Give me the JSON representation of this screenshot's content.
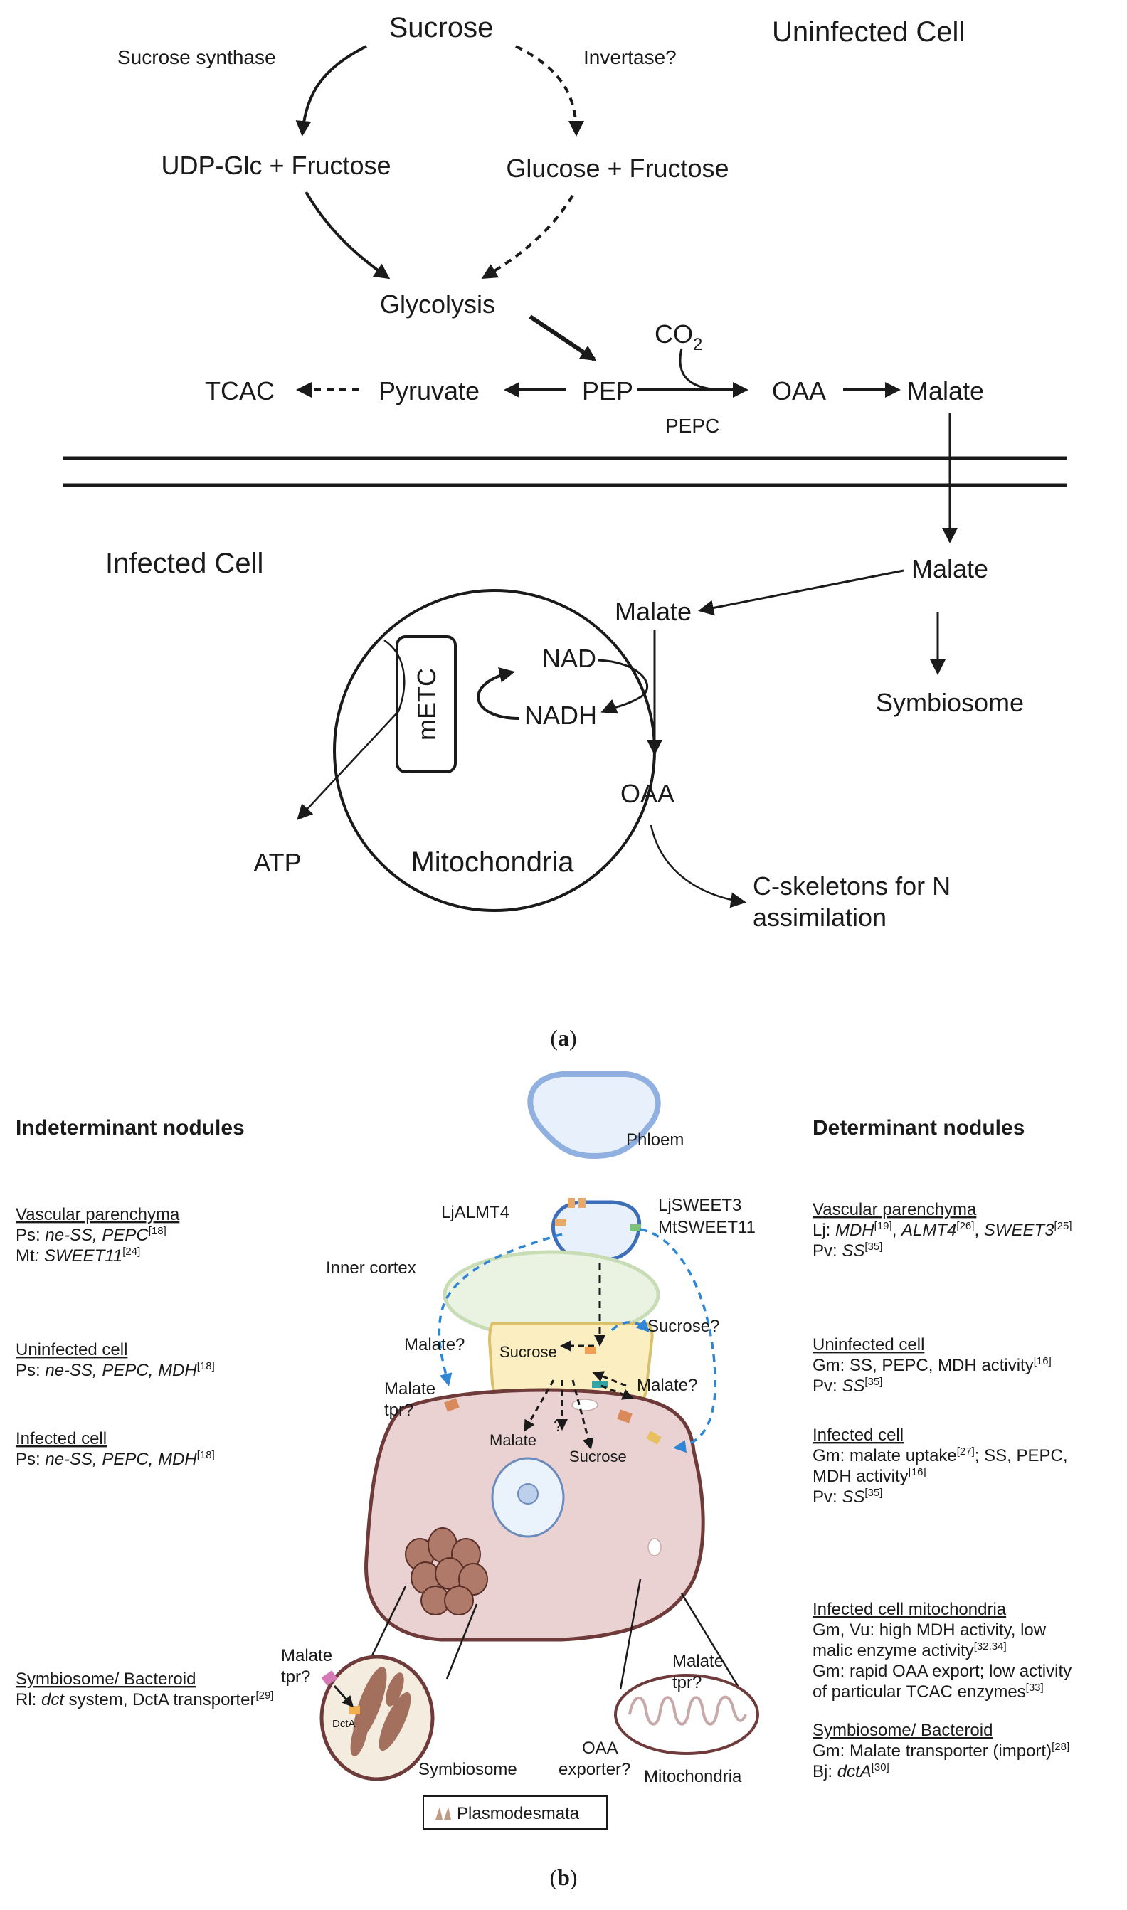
{
  "panel_a": {
    "uninfected_cell": "Uninfected Cell",
    "infected_cell": "Infected Cell",
    "sucrose": "Sucrose",
    "sucrose_synthase": "Sucrose synthase",
    "invertase": "Invertase?",
    "udp_glc": "UDP-Glc + Fructose",
    "glucose_fructose": "Glucose + Fructose",
    "glycolysis": "Glycolysis",
    "co2_main": "CO",
    "co2_sub": "2",
    "tcac": "TCAC",
    "pyruvate": "Pyruvate",
    "pep": "PEP",
    "oaa_top": "OAA",
    "malate_top": "Malate",
    "pepc": "PEPC",
    "malate_right": "Malate",
    "malate_mito": "Malate",
    "symbiosome": "Symbiosome",
    "metc": "mETC",
    "nad": "NAD",
    "nadh": "NADH",
    "oaa_mito": "OAA",
    "atp": "ATP",
    "mitochondria": "Mitochondria",
    "cskel_1": "C-skeletons for N",
    "cskel_2": "assimilation",
    "caption_open": "(",
    "caption_letter": "a",
    "caption_close": ")"
  },
  "panel_b": {
    "left_title": "Indeterminant nodules",
    "right_title": "Determinant nodules",
    "phloem": "Phloem",
    "ljalmt4": "LjALMT4",
    "ljsweet3": "LjSWEET3",
    "mtsweet11": "MtSWEET11",
    "inner_cortex": "Inner cortex",
    "malate_q_left": "Malate?",
    "sucrose_q": "Sucrose?",
    "sucrose_cell": "Sucrose",
    "malate_q_mid": "Malate?",
    "malate_tpr_1": "Malate",
    "malate_tpr_2": "tpr?",
    "question": "?",
    "malate_inner": "Malate",
    "sucrose_inner": "Sucrose",
    "malate_tpr_left_1": "Malate",
    "malate_tpr_left_2": "tpr?",
    "malate_tpr_right_1": "Malate",
    "malate_tpr_right_2": "tpr?",
    "dcta": "DctA",
    "symbiosome": "Symbiosome",
    "oaa_exporter_1": "OAA",
    "oaa_exporter_2": "exporter?",
    "mitochondria": "Mitochondria",
    "plasmodesmata": "Plasmodesmata",
    "left": {
      "vp_head": "Vascular parenchyma",
      "vp_ps_prefix": "Ps: ",
      "vp_ps_genes": "ne-SS, PEPC",
      "vp_ps_ref": "[18]",
      "vp_mt_prefix": "Mt",
      "vp_mt_colon": ": ",
      "vp_mt_genes": "SWEET11",
      "vp_mt_ref": "[24]",
      "uc_head": "Uninfected cell",
      "uc_ps_prefix": "Ps: ",
      "uc_ps_genes": "ne-SS, PEPC, MDH",
      "uc_ps_ref": "[18]",
      "ic_head": "Infected cell",
      "ic_ps_prefix": "Ps: ",
      "ic_ps_genes": "ne-SS, PEPC, MDH",
      "ic_ps_ref": "[18]",
      "sb_head": "Symbiosome/ Bacteroid",
      "sb_rl_prefix": "Rl: ",
      "sb_rl_italic": "dct",
      "sb_rl_rest": " system, DctA transporter",
      "sb_rl_ref": "[29]"
    },
    "right": {
      "vp_head": "Vascular parenchyma",
      "vp_lj_prefix": "Lj: ",
      "vp_lj_g1": "MDH",
      "vp_lj_r1": "[19]",
      "vp_lj_sep1": ", ",
      "vp_lj_g2": "ALMT4",
      "vp_lj_r2": "[26]",
      "vp_lj_sep2": ", ",
      "vp_lj_g3": "SWEET3",
      "vp_lj_r3": "[25]",
      "vp_pv_prefix": "Pv: ",
      "vp_pv_gene": "SS",
      "vp_pv_ref": "[35]",
      "uc_head": "Uninfected cell",
      "uc_gm": "Gm: SS, PEPC, MDH activity",
      "uc_gm_ref": "[16]",
      "uc_pv_prefix": "Pv: ",
      "uc_pv_gene": "SS",
      "uc_pv_ref": "[35]",
      "ic_head": "Infected cell",
      "ic_gm_1": "Gm: malate uptake",
      "ic_gm_1_ref": "[27]",
      "ic_gm_1_rest": "; SS, PEPC,",
      "ic_gm_2": "MDH activity",
      "ic_gm_2_ref": "[16]",
      "ic_pv_prefix": "Pv: ",
      "ic_pv_gene": "SS",
      "ic_pv_ref": "[35]",
      "mito_head": "Infected cell mitochondria",
      "mito_1": "Gm, Vu: high MDH activity, low",
      "mito_2": "malic enzyme activity",
      "mito_2_ref": "[32,34]",
      "mito_3": "Gm: rapid OAA export; low activity",
      "mito_4": "of particular TCAC enzymes",
      "mito_4_ref": "[33]",
      "sb_head": "Symbiosome/ Bacteroid",
      "sb_gm": "Gm: Malate transporter (import)",
      "sb_gm_ref": "[28]",
      "sb_bj_prefix": "Bj: ",
      "sb_bj_gene": "dctA",
      "sb_bj_ref": "[30]"
    },
    "caption_open": "(",
    "caption_letter": "b",
    "caption_close": ")"
  }
}
